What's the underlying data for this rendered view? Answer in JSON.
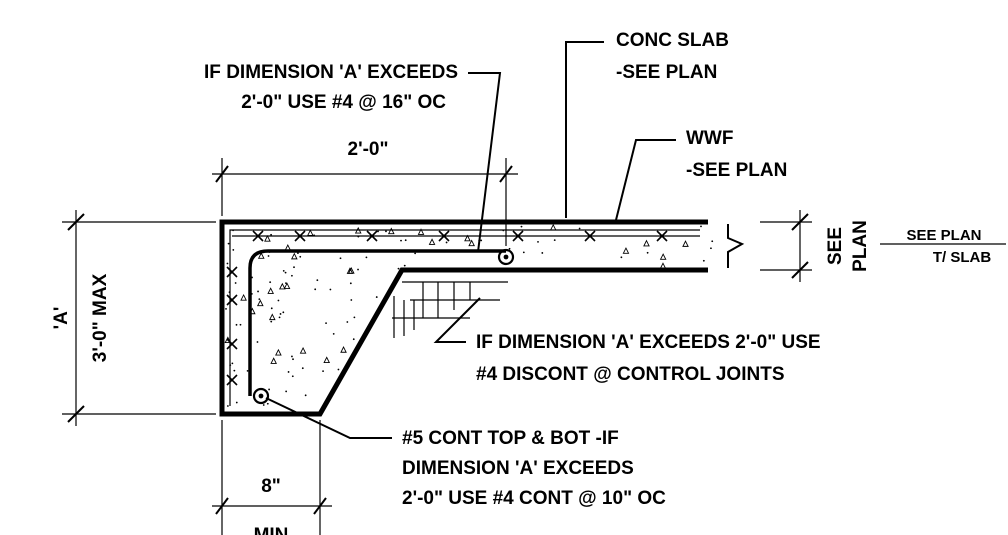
{
  "labels": {
    "conc_slab_1": "CONC SLAB",
    "conc_slab_2": "-SEE PLAN",
    "if_dim_a_top_1": "IF DIMENSION 'A' EXCEEDS",
    "if_dim_a_top_2": "2'-0\" USE #4 @ 16\" OC",
    "wwf_1": "WWF",
    "wwf_2": "-SEE PLAN",
    "dim_2_0": "2'-0\"",
    "see_plan_vert_1": "SEE",
    "see_plan_vert_2": "PLAN",
    "see_plan_right": "SEE PLAN",
    "t_slab": "T/ SLAB",
    "dim_a": "'A'",
    "dim_3_0_max": "3'-0\" MAX",
    "if_dim_a_mid_1": "IF DIMENSION 'A' EXCEEDS 2'-0\" USE",
    "if_dim_a_mid_2": "#4 DISCONT @ CONTROL JOINTS",
    "cont_1": "#5 CONT TOP & BOT -IF",
    "cont_2": "DIMENSION 'A' EXCEEDS",
    "cont_3": "2'-0\" USE #4 CONT @ 10\" OC",
    "dim_8": "8\"",
    "dim_min": "MIN"
  }
}
